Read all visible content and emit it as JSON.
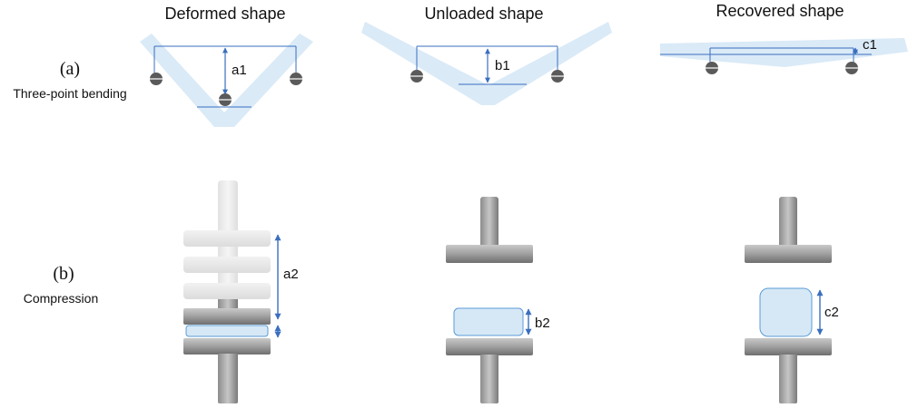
{
  "headers": {
    "deformed": "Deformed shape",
    "unloaded": "Unloaded shape",
    "recovered": "Recovered shape"
  },
  "rows": {
    "a": {
      "panel": "(a)",
      "label": "Three-point bending"
    },
    "b": {
      "panel": "(b)",
      "label": "Compression"
    }
  },
  "measurements": {
    "a1": "a1",
    "b1": "b1",
    "c1": "c1",
    "a2": "a2",
    "b2": "b2",
    "c2": "c2"
  },
  "colors": {
    "specimen_fill": "#d6e8f6",
    "specimen_stroke": "#5b9bd5",
    "dimension_line": "#3a6fbf",
    "support_fill": "#5a5a5a",
    "plate_gray": "#9a9a9a",
    "ghost_gray": "#e6e6e6"
  }
}
